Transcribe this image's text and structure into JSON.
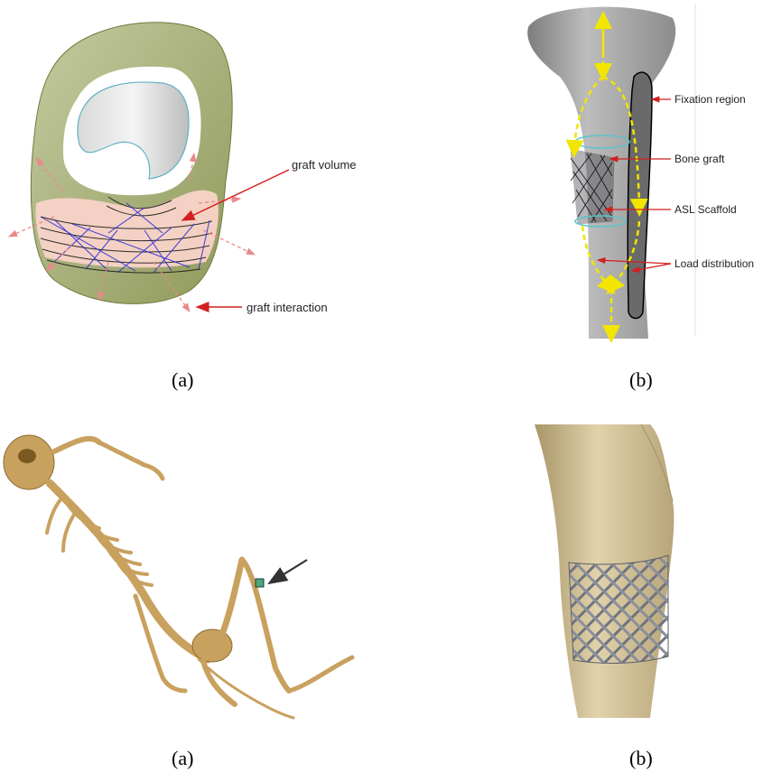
{
  "panel_a_top": {
    "caption": "(a)",
    "labels": {
      "graft_volume": "graft volume",
      "graft_interaction": "graft interaction"
    }
  },
  "panel_b_top": {
    "caption": "(b)",
    "labels": {
      "fixation_region": "Fixation region",
      "bone_graft": "Bone graft",
      "asl_scaffold": "ASL Scaffold",
      "load_distribution": "Load distribution"
    }
  },
  "panel_a_bottom": {
    "caption": "(a)"
  },
  "panel_b_bottom": {
    "caption": "(b)"
  },
  "colors": {
    "annotation_arrow": "#d21f1f",
    "load_arrow": "#f2e600",
    "scaffold_lines": "#2a2ad6",
    "graft_fill": "#f8d3c8",
    "outer_shell": "#a9b27a",
    "bone_grey": "#9a9a9a",
    "skeleton": "#c9a15f",
    "bone_tan": "#c8b48a",
    "lattice": "#7b7f8c"
  }
}
